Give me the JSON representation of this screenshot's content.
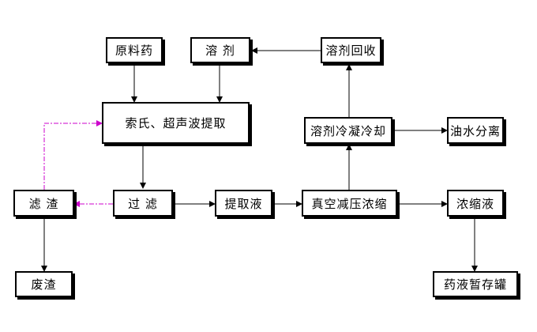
{
  "nodes": {
    "raw_herb": "原料药",
    "solvent": "溶 剂",
    "solvent_recovery": "溶剂回收",
    "extraction": "索氏、超声波提取",
    "solvent_cooling": "溶剂冷凝冷却",
    "oil_water_separation": "油水分离",
    "filter_residue": "滤 渣",
    "filtration": "过 滤",
    "extract_liquid": "提取液",
    "vacuum_concentration": "真空减压浓缩",
    "concentrate": "浓缩液",
    "waste_residue": "废渣",
    "storage_tank": "药液暂存罐"
  },
  "colors": {
    "line": "#000000",
    "recycle_line": "#cc00cc"
  }
}
